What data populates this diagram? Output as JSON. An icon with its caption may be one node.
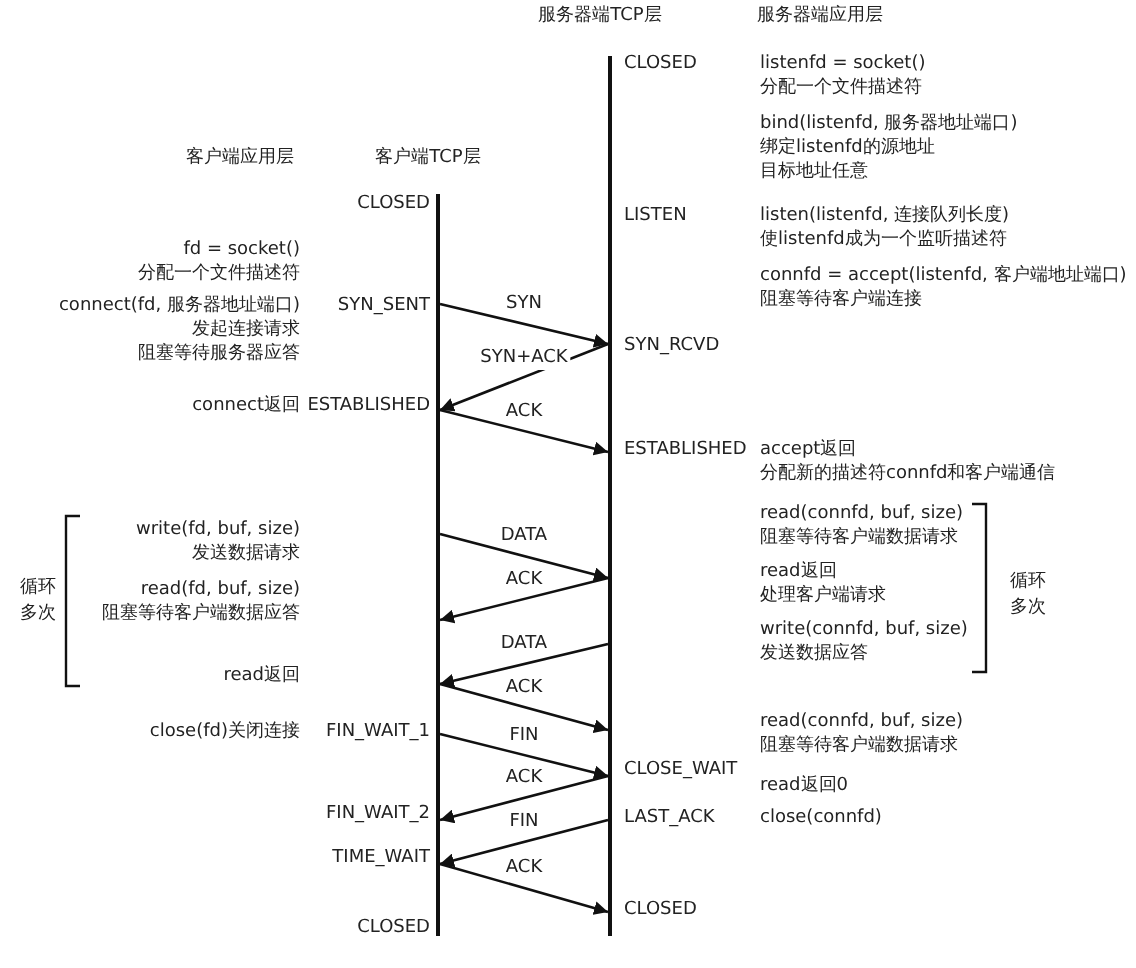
{
  "diagram": {
    "nodes": [
      {
        "text": [],
        "shape": "line"
      },
      {
        "text": [],
        "shape": "line"
      }
    ],
    "edges": [
      {
        "from": 0,
        "to": 1,
        "arrow": "to",
        "label": "SYN"
      },
      {
        "from": 1,
        "to": 0,
        "arrow": "to",
        "label": "SYN+ACK"
      },
      {
        "from": 0,
        "to": 1,
        "arrow": "to",
        "label": "ACK"
      },
      {
        "from": 0,
        "to": 1,
        "arrow": "to",
        "label": "DATA"
      },
      {
        "from": 1,
        "to": 0,
        "arrow": "to",
        "label": "ACK"
      },
      {
        "from": 1,
        "to": 0,
        "arrow": "to",
        "label": "DATA"
      },
      {
        "from": 0,
        "to": 1,
        "arrow": "to",
        "label": "ACK"
      },
      {
        "from": 0,
        "to": 1,
        "arrow": "to",
        "label": "FIN"
      },
      {
        "from": 1,
        "to": 0,
        "arrow": "to",
        "label": "ACK"
      },
      {
        "from": 1,
        "to": 0,
        "arrow": "to",
        "label": "FIN"
      },
      {
        "from": 0,
        "to": 1,
        "arrow": "to",
        "label": "ACK"
      }
    ],
    "labels": [
      "服务器端TCP层",
      "服务器端应用层",
      "客户端应用层",
      "客户端TCP层",
      "CLOSED",
      "listenfd = socket()",
      "分配一个文件描述符",
      "bind(listenfd, 服务器地址端口)",
      "绑定listenfd的源地址",
      "目标地址任意",
      "LISTEN",
      "listen(listenfd, 连接队列长度)",
      "使listenfd成为一个监听描述符",
      "connfd = accept(listenfd, 客户端地址端口)",
      "阻塞等待客户端连接",
      "CLOSED",
      "fd = socket()",
      "分配一个文件描述符",
      "connect(fd, 服务器地址端口)",
      "SYN_SENT",
      "发起连接请求",
      "阻塞等待服务器应答",
      "SYN_RCVD",
      "connect返回",
      "ESTABLISHED",
      "ESTABLISHED",
      "accept返回",
      "分配新的描述符connfd和客户端通信",
      "write(fd, buf, size)",
      "发送数据请求",
      "循环多次",
      "read(fd, buf, size)",
      "阻塞等待客户端数据应答",
      "read(connfd, buf, size)",
      "阻塞等待客户端数据请求",
      "read返回",
      "处理客户端请求",
      "write(connfd, buf, size)",
      "发送数据应答",
      "循环多次",
      "read返回",
      "close(fd)关闭连接",
      "FIN_WAIT_1",
      "read(connfd, buf, size)",
      "阻塞等待客户端数据请求",
      "CLOSE_WAIT",
      "read返回0",
      "FIN_WAIT_2",
      "LAST_ACK",
      "close(connfd)",
      "TIME_WAIT",
      "CLOSED",
      "CLOSED"
    ]
  }
}
